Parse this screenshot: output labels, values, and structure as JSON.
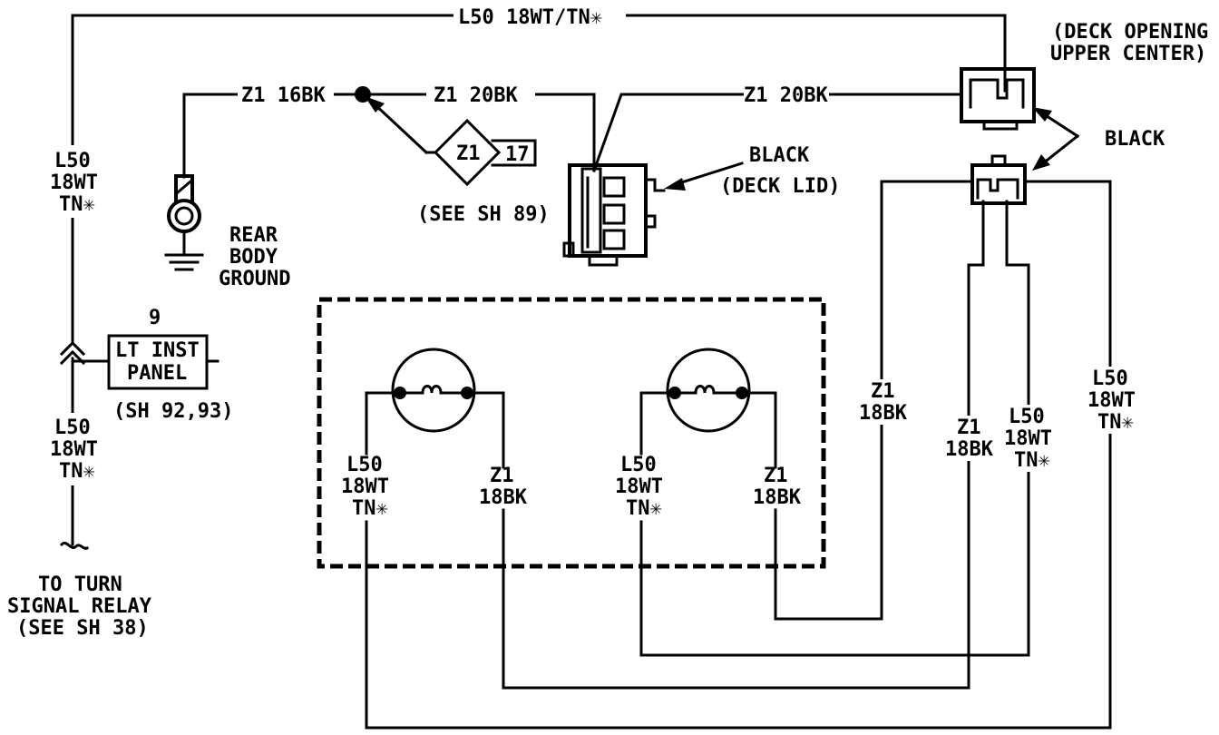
{
  "wires": {
    "top_wire": "L50 18WT/TN✳",
    "ground_wire": "Z1 16BK",
    "splice_wire": "Z1 20BK",
    "deck_wire": "Z1 20BK",
    "left_upper": [
      "L50",
      "18WT",
      "TN✳"
    ],
    "left_lower": [
      "L50",
      "18WT",
      "TN✳"
    ],
    "lamp1_left": [
      "L50",
      "18WT",
      "TN✳"
    ],
    "lamp1_right": [
      "Z1",
      "18BK"
    ],
    "lamp2_left": [
      "L50",
      "18WT",
      "TN✳"
    ],
    "lamp2_right": [
      "Z1",
      "18BK"
    ],
    "right_a": [
      "Z1",
      "18BK"
    ],
    "right_b": [
      "Z1",
      "18BK"
    ],
    "right_c": [
      "L50",
      "18WT",
      "TN✳"
    ],
    "right_d": [
      "L50",
      "18WT",
      "TN✳"
    ]
  },
  "labels": {
    "deck_opening": [
      "(DECK OPENING",
      "UPPER CENTER)"
    ],
    "black_right": "BLACK",
    "black_deck": "BLACK",
    "deck_lid": "(DECK LID)",
    "rear_ground": [
      "REAR",
      "BODY",
      "GROUND"
    ],
    "see_sh89": "(SEE SH 89)",
    "splice_id": "Z1",
    "splice_num": "17",
    "panel_num": "9",
    "panel_name": [
      "LT INST",
      "PANEL"
    ],
    "panel_ref": "(SH 92,93)",
    "turn_signal": [
      "TO TURN",
      "SIGNAL RELAY",
      "(SEE SH 38)"
    ]
  }
}
